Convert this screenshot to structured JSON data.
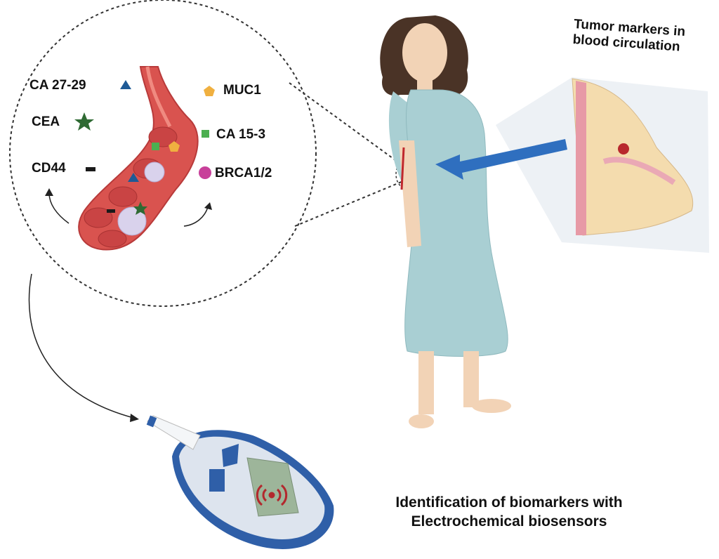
{
  "figure": {
    "tumor_markers_title": [
      "Tumor markers in",
      "blood  circulation"
    ],
    "caption": [
      "Identification of biomarkers with",
      "Electrochemical biosensors"
    ]
  },
  "biomarkers": [
    {
      "label": "CA 27-29",
      "shape": "triangle",
      "color": "#1e5a96"
    },
    {
      "label": "CEA",
      "shape": "star",
      "color": "#2f6a33"
    },
    {
      "label": "CD44",
      "shape": "bar",
      "color": "#1a1a1a"
    },
    {
      "label": "MUC1",
      "shape": "pentagon",
      "color": "#f0b040"
    },
    {
      "label": "CA 15-3",
      "shape": "square",
      "color": "#4caf50"
    },
    {
      "label": "BRCA1/2",
      "shape": "circle",
      "color": "#c8409a"
    }
  ],
  "colors": {
    "vessel": "#d9534f",
    "vessel_dark": "#b83a3a",
    "gown": "#a9cfd3",
    "skin": "#f2d3b6",
    "hair": "#4a3326",
    "arrow": "#2f6fbf",
    "meter_blue": "#2f5fa8",
    "meter_screen": "#9db59a",
    "signal": "#b3282d"
  }
}
